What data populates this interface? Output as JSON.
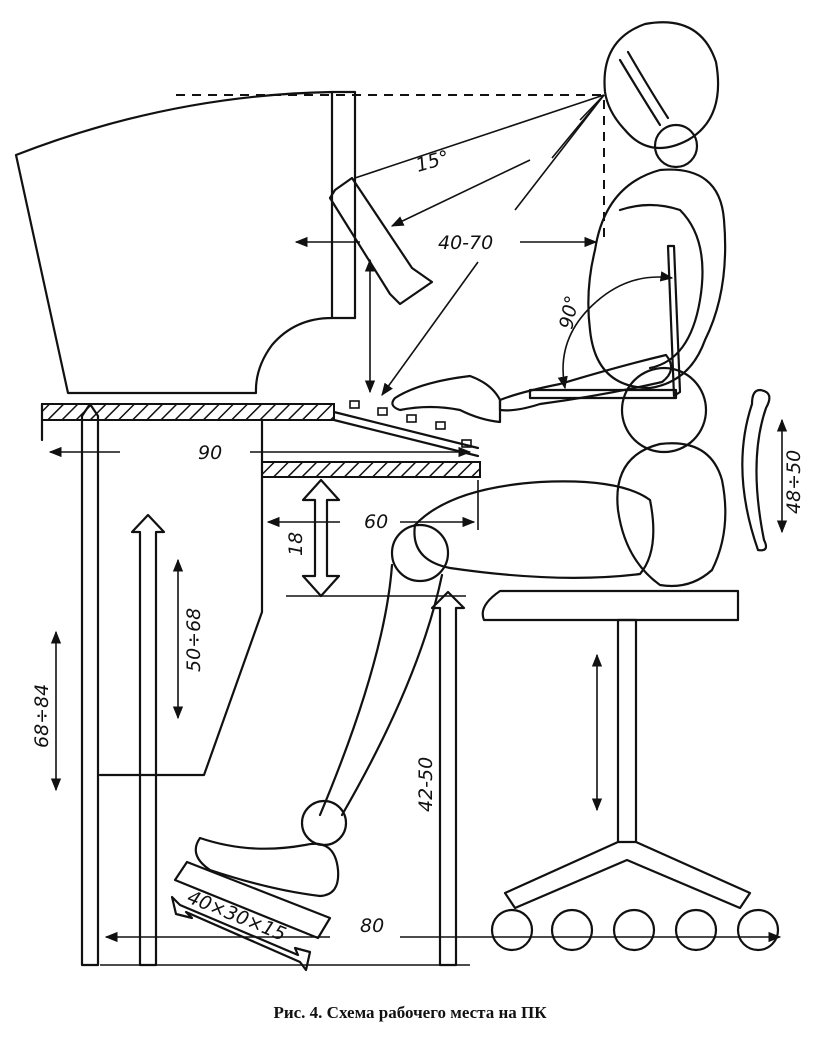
{
  "caption": "Рис. 4. Схема рабочего места на ПК",
  "dimensions": {
    "view_angle": "15°",
    "eye_distance": "40-70",
    "elbow_angle": "90°",
    "desk_depth": "90",
    "keyboard_tray_depth": "60",
    "leg_clearance": "18",
    "backrest_height": "48÷50",
    "keyboard_height": "50÷68",
    "desk_height": "68÷84",
    "seat_height": "42-50",
    "footrest_size": "40×30×15",
    "seat_to_desk_distance": "80"
  }
}
